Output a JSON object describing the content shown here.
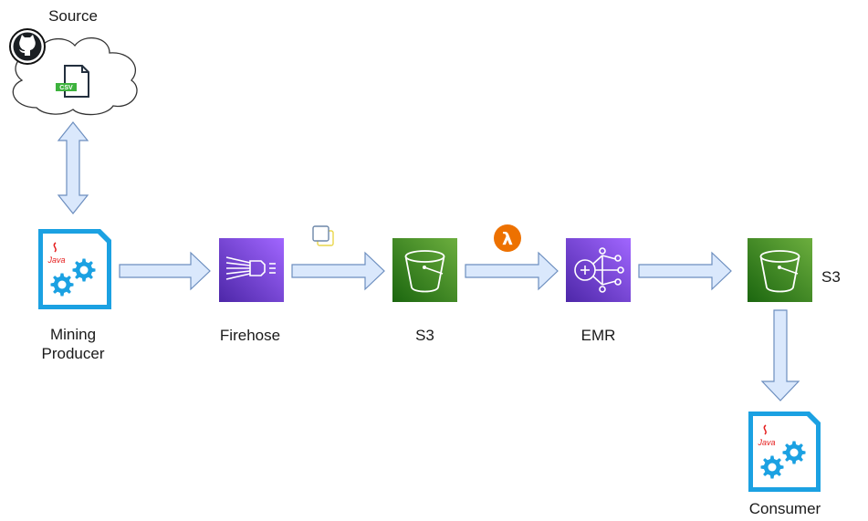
{
  "labels": {
    "source": "Source",
    "mining_producer_line1": "Mining",
    "mining_producer_line2": "Producer",
    "firehose": "Firehose",
    "s3_first": "S3",
    "emr": "EMR",
    "s3_second": "S3",
    "consumer": "Consumer"
  },
  "icons": {
    "csv_badge": "CSV",
    "java_badge": "Java",
    "lambda_glyph": "λ"
  },
  "colors": {
    "arrow_fill": "#dae8fc",
    "arrow_stroke": "#6c8ebf",
    "firehose_purple": "#8c4fff",
    "emr_purple": "#8c4fff",
    "s3_green": "#3f8624",
    "lambda_orange": "#ed7100",
    "java_blue": "#1ba1e2",
    "csv_green": "#3db23d"
  }
}
